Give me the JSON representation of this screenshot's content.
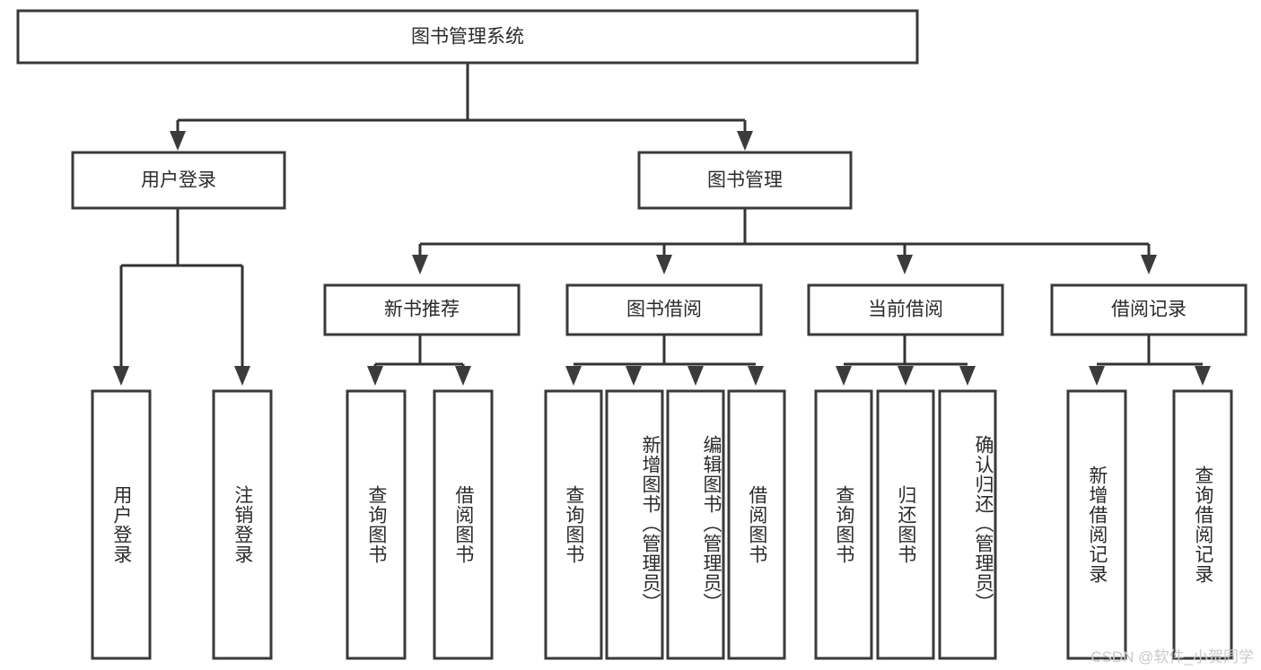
{
  "diagram": {
    "title": "图书管理系统",
    "type": "tree-hierarchy-diagram",
    "colors": {
      "box_stroke": "#3a3a3a",
      "box_fill": "#ffffff",
      "link_stroke": "#333333",
      "text": "#2b2b2b",
      "watermark": "#c9c9c9",
      "background": "#ffffff"
    },
    "root": {
      "label": "图书管理系统"
    },
    "level2": [
      {
        "label": "用户登录"
      },
      {
        "label": "图书管理"
      }
    ],
    "level3": [
      {
        "label": "新书推荐"
      },
      {
        "label": "图书借阅"
      },
      {
        "label": "当前借阅"
      },
      {
        "label": "借阅记录"
      }
    ],
    "leaves": {
      "user_login": [
        {
          "label": "用户登录"
        },
        {
          "label": "注销登录"
        }
      ],
      "new_book_recommend": [
        {
          "label": "查询图书"
        },
        {
          "label": "借阅图书"
        }
      ],
      "book_borrow": [
        {
          "label": "查询图书"
        },
        {
          "label": "新增图书（管理员）"
        },
        {
          "label": "编辑图书（管理员）"
        },
        {
          "label": "借阅图书"
        }
      ],
      "current_borrow": [
        {
          "label": "查询图书"
        },
        {
          "label": "归还图书"
        },
        {
          "label": "确认归还（管理员）"
        }
      ],
      "borrow_record": [
        {
          "label": "新增借阅记录"
        },
        {
          "label": "查询借阅记录"
        }
      ]
    }
  },
  "watermark": {
    "text": "CSDN @软件_小贺同学"
  }
}
